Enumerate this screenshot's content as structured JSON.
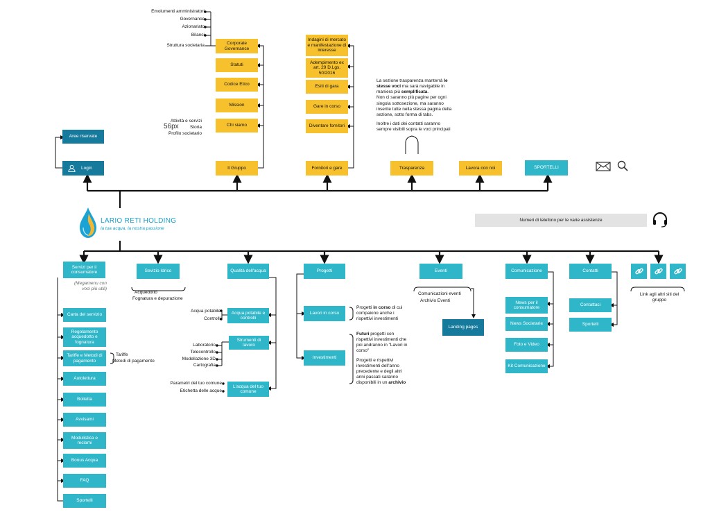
{
  "top": {
    "login": "Login",
    "area_riservate": "Aree riservate",
    "gruppo": "Il Gruppo",
    "fornitori": "Fornitori e gare",
    "trasparenza": "Trasparenza",
    "lavora": "Lavora con noi",
    "sportelli": "SPORTELLI",
    "gruppo_items": [
      "Corporate Governance",
      "Statuti",
      "Codice Etico",
      "Mission",
      "Chi siamo"
    ],
    "corporate_sub": [
      "Emolumenti amministratori",
      "Governance",
      "Azionariato",
      "Bilanci",
      "Struttura societaria"
    ],
    "chisiamo_sub": [
      "Attività e servizi",
      "Storia",
      "Profilo societario"
    ],
    "stray_label": "56px",
    "fornitori_items": [
      "Indagini di mercato e manifestazione di interesse",
      "Adempimento ex art. 29 D.Lgs. 50/2016",
      "Esiti di gara",
      "Gare in corso",
      "Diventare fornitori"
    ],
    "trasparenza_note_1a": "La sezione trasparenza manterrà ",
    "trasparenza_note_1b": "le stesse voci",
    "trasparenza_note_1c": " ma sarà navigabile in maniera più ",
    "trasparenza_note_1d": "semplificata",
    "trasparenza_note_1e": ".",
    "trasparenza_note_2": "Non ci saranno più pagine per ogni singola sottosezione, ma saranno inserite tutte nella stessa pagina della sezione, sotto forma di tabs.",
    "trasparenza_note_3": "Inoltre i dati dei contatti saranno sempre visibili sopra le voci principali"
  },
  "logo": {
    "title": "LARIO RETI HOLDING",
    "subtitle": "la tua acqua, la nostra passione"
  },
  "phone_bar": "Numeri di telefono per le varie assistenze",
  "columns": {
    "servizi": {
      "title": "Servizi per il consumatore",
      "note": "(Megamenu con voci più utili)",
      "items": [
        "Carta del servizio",
        "Regolamento acquedotto e fognatura",
        "Tariffe e Metodi di pagamento",
        "Autolettura",
        "Bolletta",
        "Avvisami",
        "Modulistica e reclami",
        "Bonus Acqua",
        "FAQ",
        "Sportelli"
      ],
      "tariffe_sub": [
        "Tariffe",
        "Metodi di pagamento"
      ]
    },
    "idrico": {
      "title": "Sevizio Idrico",
      "sub": [
        "Acquedotto",
        "Fognatura e depurazione"
      ]
    },
    "qualita": {
      "title": "Qualità dell'acqua",
      "items": [
        "Acqua potabile e controlli",
        "Strumenti di lavoro",
        "L'acqua del tuo comune"
      ],
      "potabile_sub": [
        "Acqua potabile",
        "Controlli"
      ],
      "strumenti_sub": [
        "Laboratorio",
        "Telecontrollo",
        "Modellazione 3D",
        "Cartografia"
      ],
      "comune_sub": [
        "Parametri del tuo comune",
        "Etichetta delle acque"
      ]
    },
    "progetti": {
      "title": "Progetti",
      "items": [
        "Lavori in corso",
        "Investimenti"
      ],
      "lavori_note_a": "Progetti ",
      "lavori_note_b": "in corso",
      "lavori_note_c": " di cui compaiono anche i rispettivi investimenti",
      "inv_note1_a": "Futuri",
      "inv_note1_b": " progetti con rispettivi investimenti che poi andranno in \"Lavori in corso\"",
      "inv_note2_a": "Progetti e rispettivi investimenti dell'anno precedente e degli altri anni passati saranno disponibili in un ",
      "inv_note2_b": "archivio"
    },
    "eventi": {
      "title": "Eventi",
      "sub": [
        "Comunicazioni eventi",
        "Archivio Eventi"
      ],
      "landing": "Landing pages"
    },
    "comunicazione": {
      "title": "Comunicazione",
      "items": [
        "News per il consumatore",
        "News Societarie",
        "Foto e Video",
        "Kit Comunicazione"
      ]
    },
    "contatti": {
      "title": "Contatti",
      "items": [
        "Contattaci",
        "Sportelli"
      ]
    },
    "links": {
      "note": "Link agli altri siti del gruppo"
    }
  },
  "colors": {
    "yellow": "#f7c12e",
    "teal": "#2fb6c9",
    "dark_teal": "#167a9c"
  }
}
